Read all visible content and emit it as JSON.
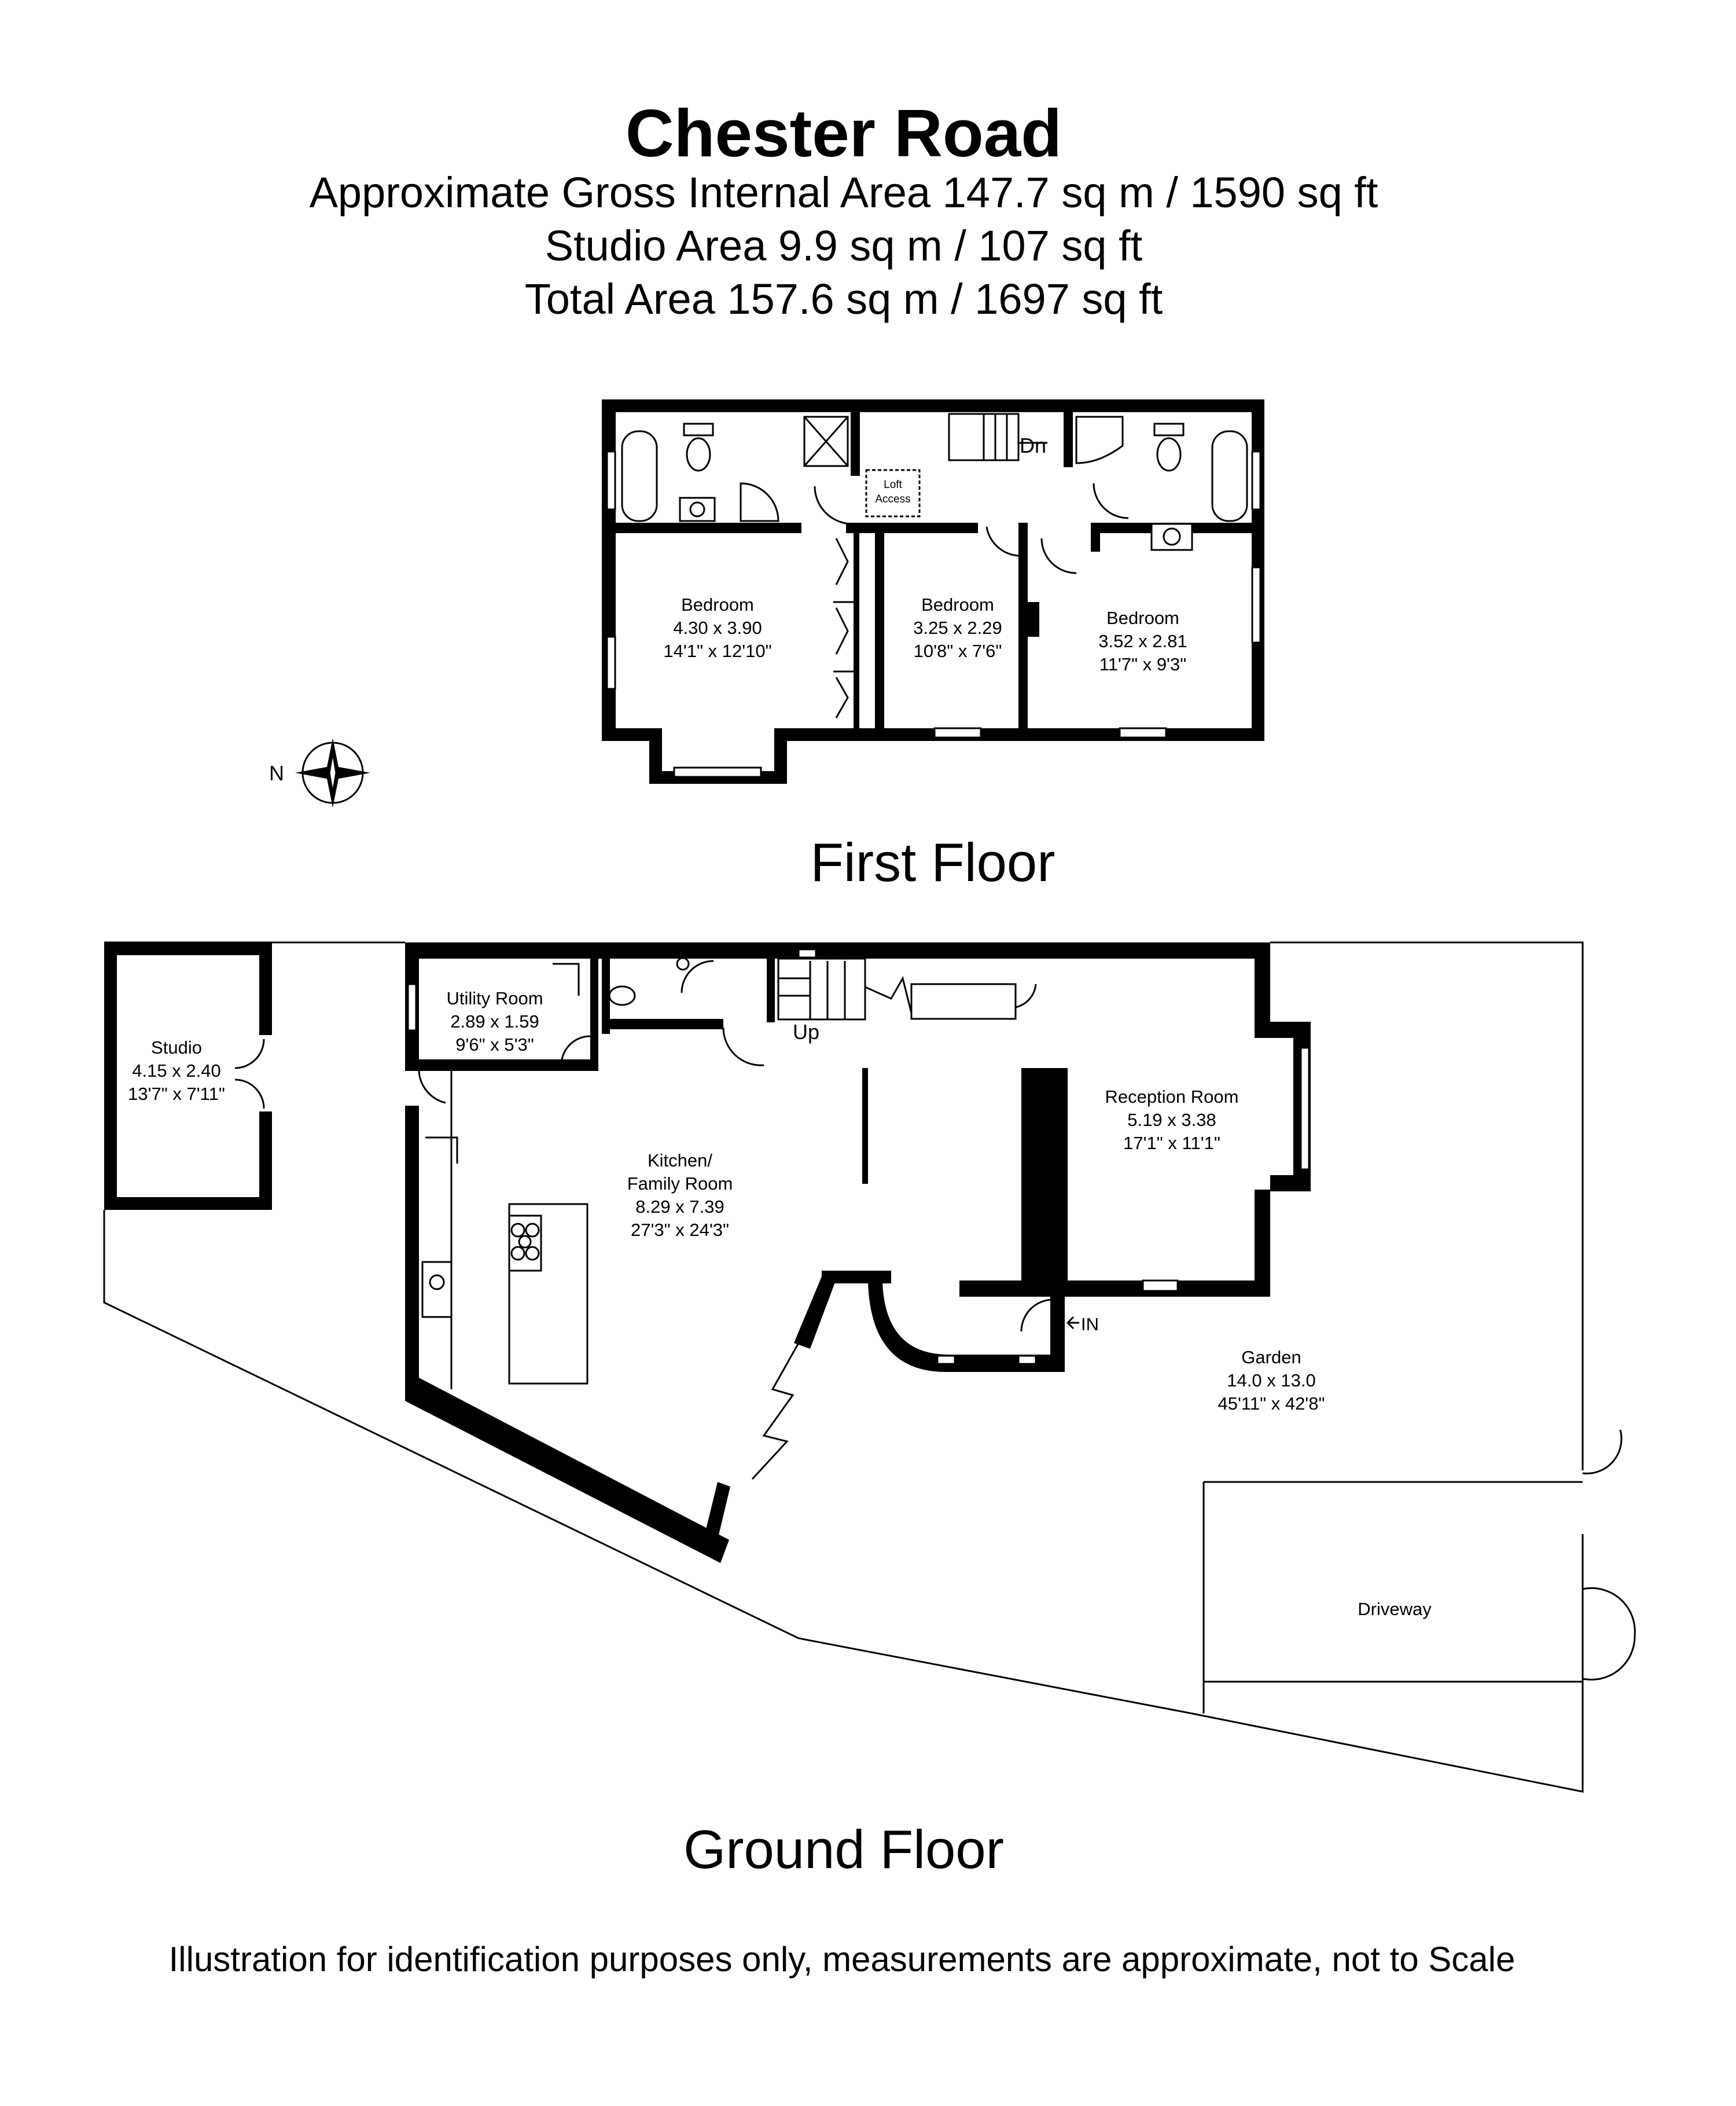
{
  "header": {
    "title": "Chester Road",
    "gross_internal": "Approximate Gross Internal Area 147.7 sq m / 1590 sq ft",
    "studio_area": "Studio Area 9.9 sq m / 107 sq ft",
    "total_area": "Total Area 157.6 sq m / 1697 sq ft"
  },
  "first_floor": {
    "label": "First Floor",
    "rooms": [
      {
        "name": "Bedroom",
        "metric": "4.30 x 3.90",
        "imperial": "14'1\" x 12'10\""
      },
      {
        "name": "Bedroom",
        "metric": "3.25 x 2.29",
        "imperial": "10'8\" x 7'6\""
      },
      {
        "name": "Bedroom",
        "metric": "3.52 x 2.81",
        "imperial": "11'7\" x 9'3\""
      }
    ],
    "loft": [
      "Loft",
      "Access"
    ],
    "stairs_label": "Dn"
  },
  "ground_floor": {
    "label": "Ground Floor",
    "rooms": [
      {
        "name": "Studio",
        "metric": "4.15 x 2.40",
        "imperial": "13'7\" x 7'11\""
      },
      {
        "name": "Utility Room",
        "metric": "2.89 x 1.59",
        "imperial": "9'6\" x 5'3\""
      },
      {
        "name": "Kitchen/",
        "name2": "Family Room",
        "metric": "8.29 x 7.39",
        "imperial": "27'3\" x 24'3\""
      },
      {
        "name": "Reception Room",
        "metric": "5.19 x 3.38",
        "imperial": "17'1\" x 11'1\""
      },
      {
        "name": "Garden",
        "metric": "14.0 x 13.0",
        "imperial": "45'11\" x 42'8\""
      },
      {
        "name": "Driveway"
      }
    ],
    "stairs_label": "Up",
    "entrance_label": "IN"
  },
  "compass": {
    "label": "N",
    "icon": "compass-rose-icon"
  },
  "footer": {
    "disclaimer": "Illustration for identification purposes only, measurements are approximate, not to Scale"
  }
}
